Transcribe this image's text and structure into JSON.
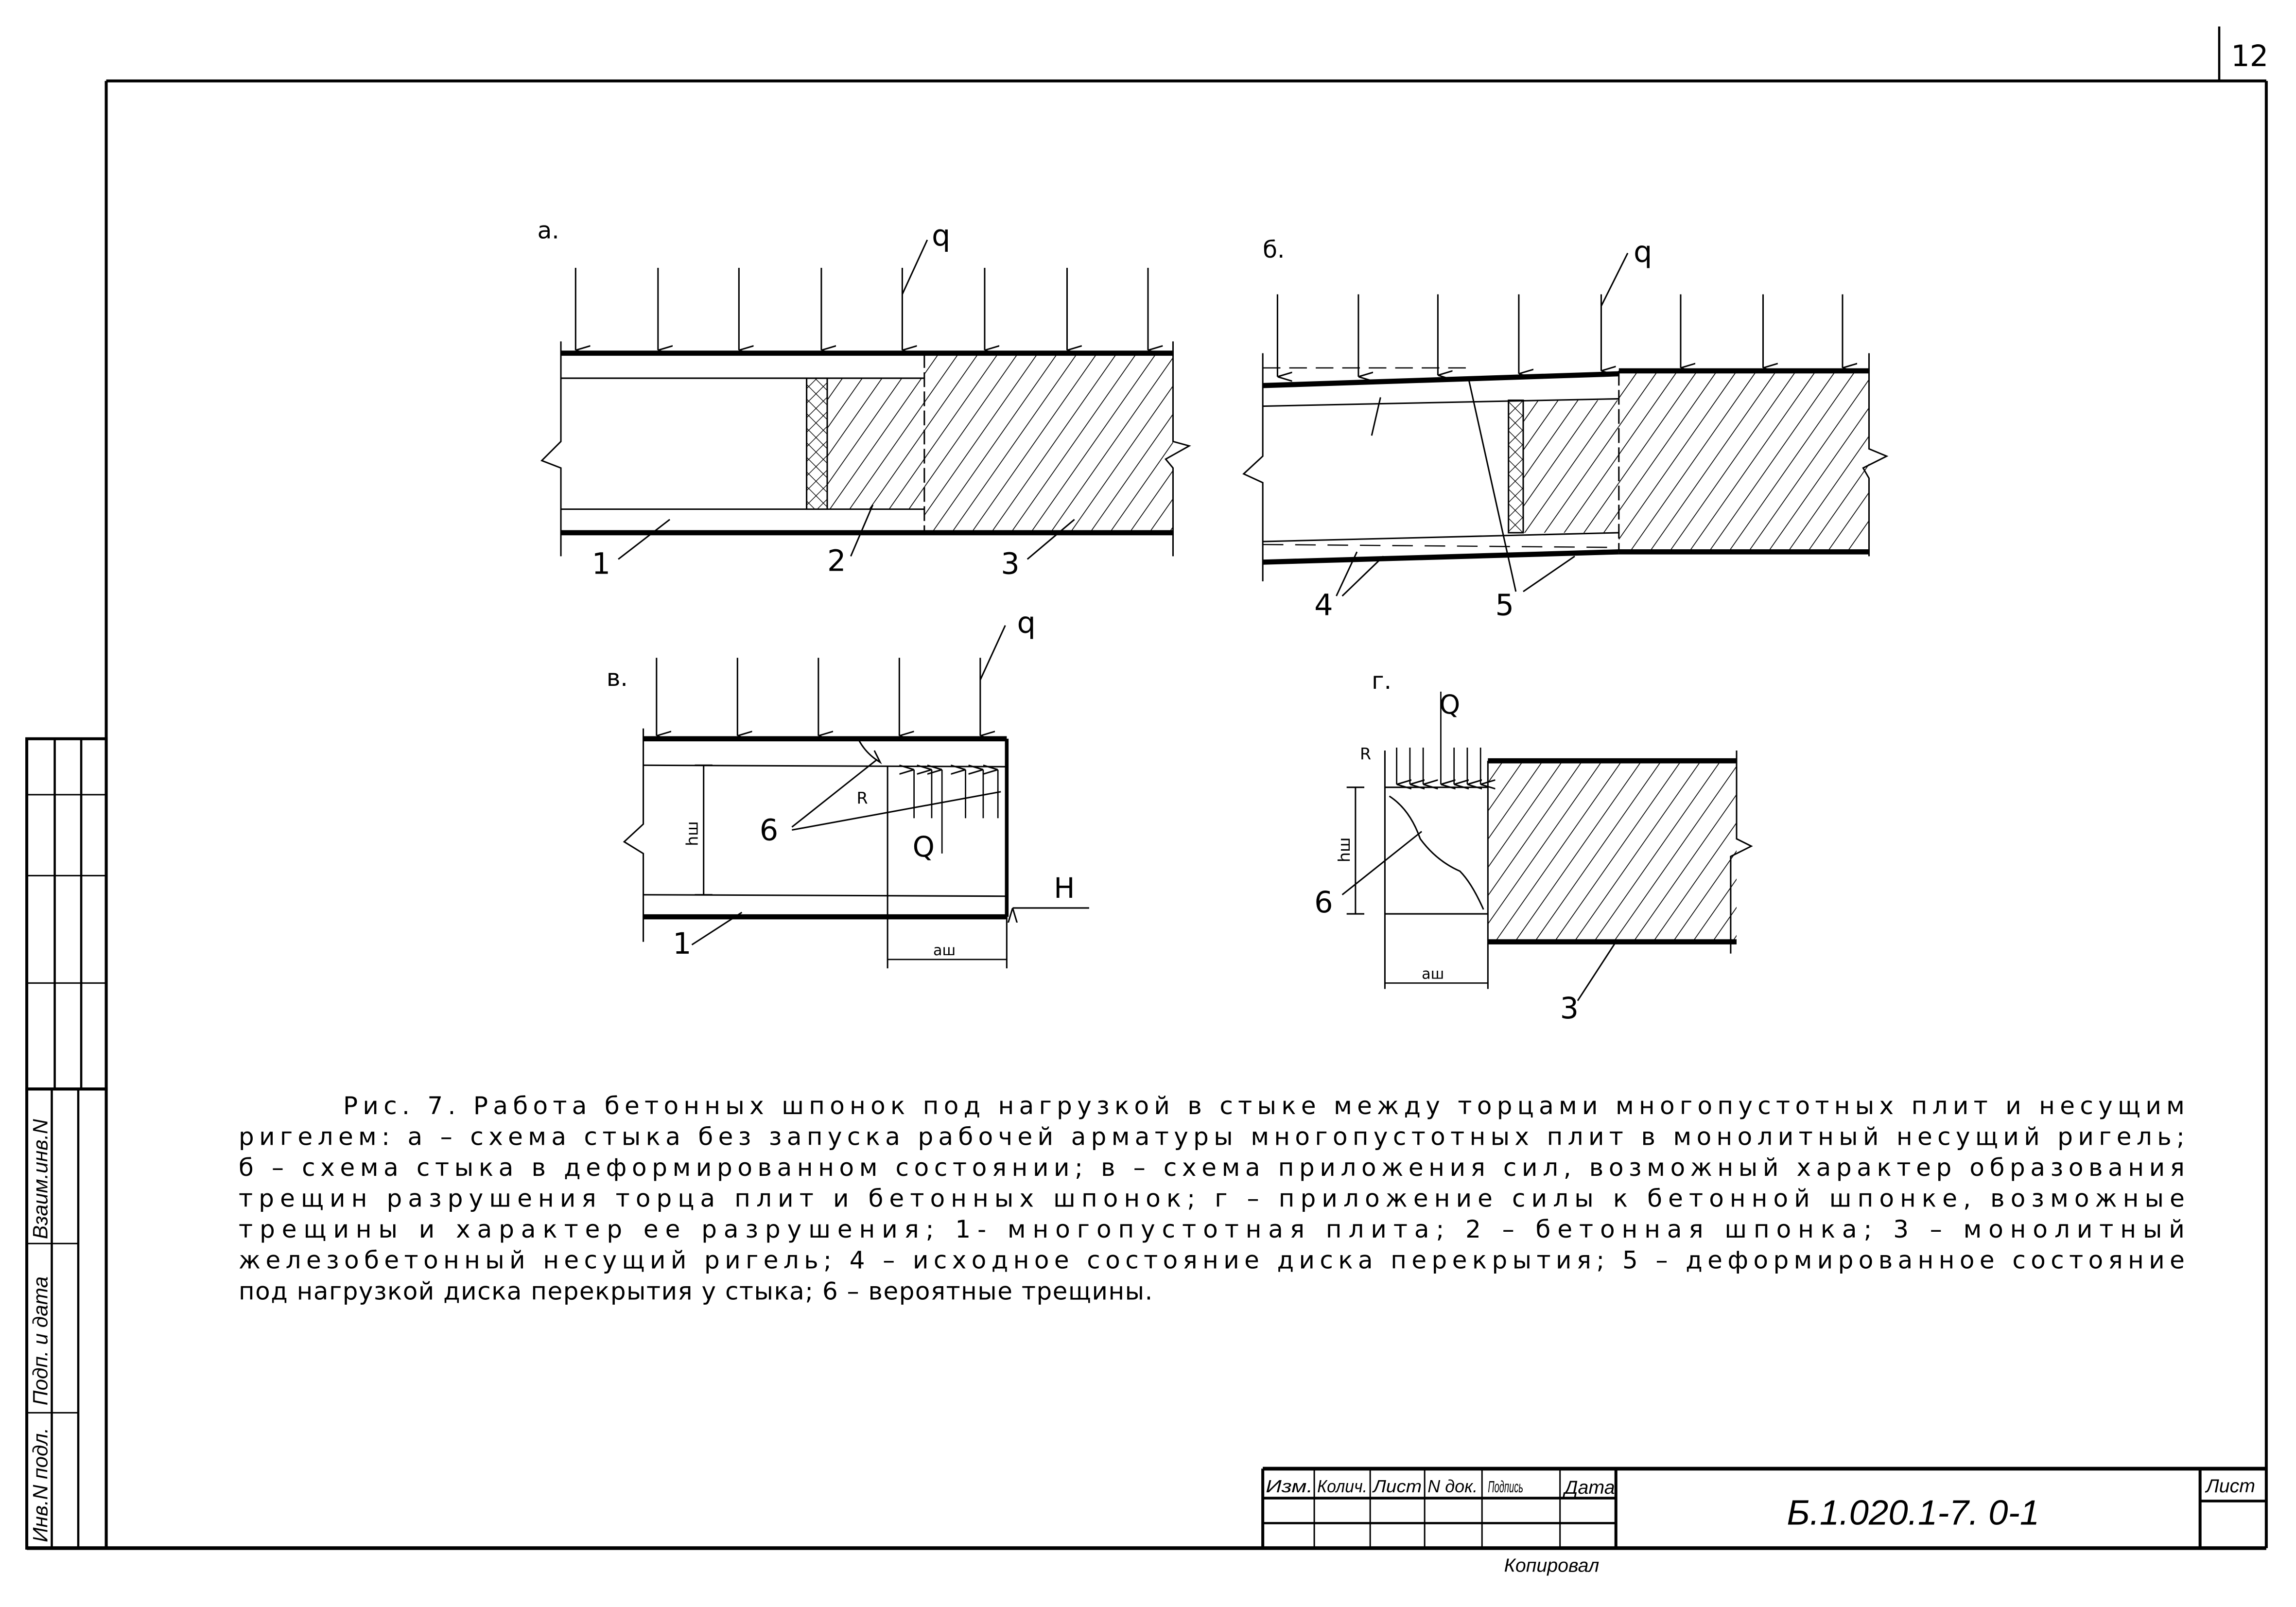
{
  "page_number": "12",
  "figure": {
    "panel_labels": {
      "a": "а.",
      "b": "б.",
      "v": "в.",
      "g": "г."
    },
    "load_label": "q",
    "force_Q": "Q",
    "force_H": "H",
    "reaction_R": "R",
    "dim_h": "hш",
    "dim_a": "aш",
    "callouts": {
      "c1": "1",
      "c2": "2",
      "c3": "3",
      "c4": "4",
      "c5": "5",
      "c6": "6"
    }
  },
  "caption_lines": [
    "Рис. 7. Работа бетонных шпонок под нагрузкой в стыке между торцами многопустотных плит и несущим",
    "ригелем: а – схема стыка без запуска рабочей арматуры многопустотных плит в монолитный несущий ригель;",
    "б – схема стыка в деформированном состоянии; в – схема приложения сил, возможный характер образования",
    "трещин разрушения торца плит и бетонных шпонок; г – приложение силы к бетонной шпонке, возможные",
    "трещины и характер ее разрушения; 1- многопустотная плита; 2 – бетонная шпонка; 3 – монолитный",
    "железобетонный несущий ригель; 4 – исходное состояние диска перекрытия; 5 – деформированное состояние",
    "под нагрузкой диска перекрытия у стыка; 6 – вероятные трещины."
  ],
  "side_stamp": {
    "inv_podl": "Инв.N подл.",
    "podp_data": "Подп. и дата",
    "vzam_inv": "Взаим.инв.N"
  },
  "title_block": {
    "headers": [
      "Изм.",
      "Колич.",
      "Лист",
      "N док.",
      "Подпись",
      "Дата"
    ],
    "designation": "Б.1.020.1-7. 0-1",
    "sheet_label": "Лист",
    "kopiroval": "Копировал"
  }
}
